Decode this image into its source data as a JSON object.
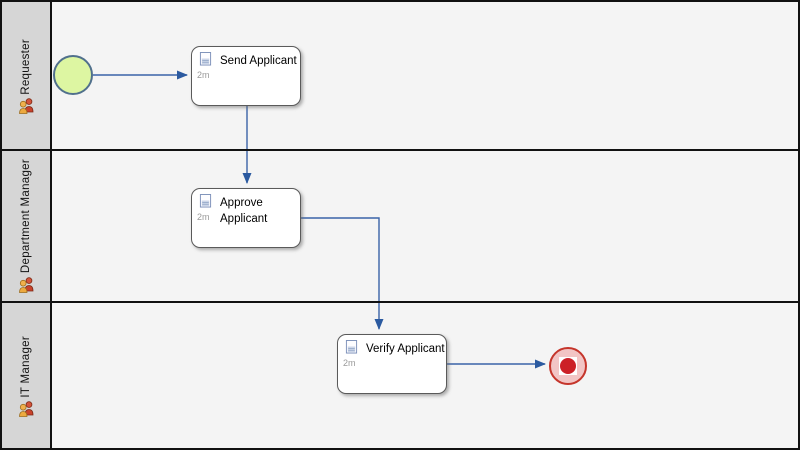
{
  "diagram": {
    "type": "bpmn-swimlane-flow",
    "lanes": [
      {
        "label": "Requester",
        "icon": "people-icon"
      },
      {
        "label": "Department Manager",
        "icon": "people-icon"
      },
      {
        "label": "IT Manager",
        "icon": "people-icon"
      }
    ],
    "events": [
      {
        "name": "start-event",
        "lane": "Requester"
      },
      {
        "name": "end-event",
        "lane": "IT Manager"
      }
    ],
    "tasks": [
      {
        "label": "Send Applicant",
        "duration": "2m",
        "lane": "Requester",
        "icon": "document-icon"
      },
      {
        "label": "Approve Applicant",
        "duration": "2m",
        "lane": "Department Manager",
        "icon": "document-icon"
      },
      {
        "label": "Verify Applicant",
        "duration": "2m",
        "lane": "IT Manager",
        "icon": "document-icon"
      }
    ],
    "flows": [
      {
        "from": "start-event",
        "to": "Send Applicant"
      },
      {
        "from": "Send Applicant",
        "to": "Approve Applicant"
      },
      {
        "from": "Approve Applicant",
        "to": "Verify Applicant"
      },
      {
        "from": "Verify Applicant",
        "to": "end-event"
      }
    ],
    "colors": {
      "lane_header_bg": "#d6d6d6",
      "canvas_bg": "#f4f4f4",
      "pool_border": "#111111",
      "flow_line": "#3a63a8",
      "start_event_fill": "#ddf6a2",
      "start_event_border": "#50708c",
      "end_event_fill": "#f2c5c5",
      "end_event_border": "#c5352b",
      "end_event_inner": "#cc2027",
      "task_bg": "#ffffff",
      "task_border": "#5a5a5a"
    }
  }
}
